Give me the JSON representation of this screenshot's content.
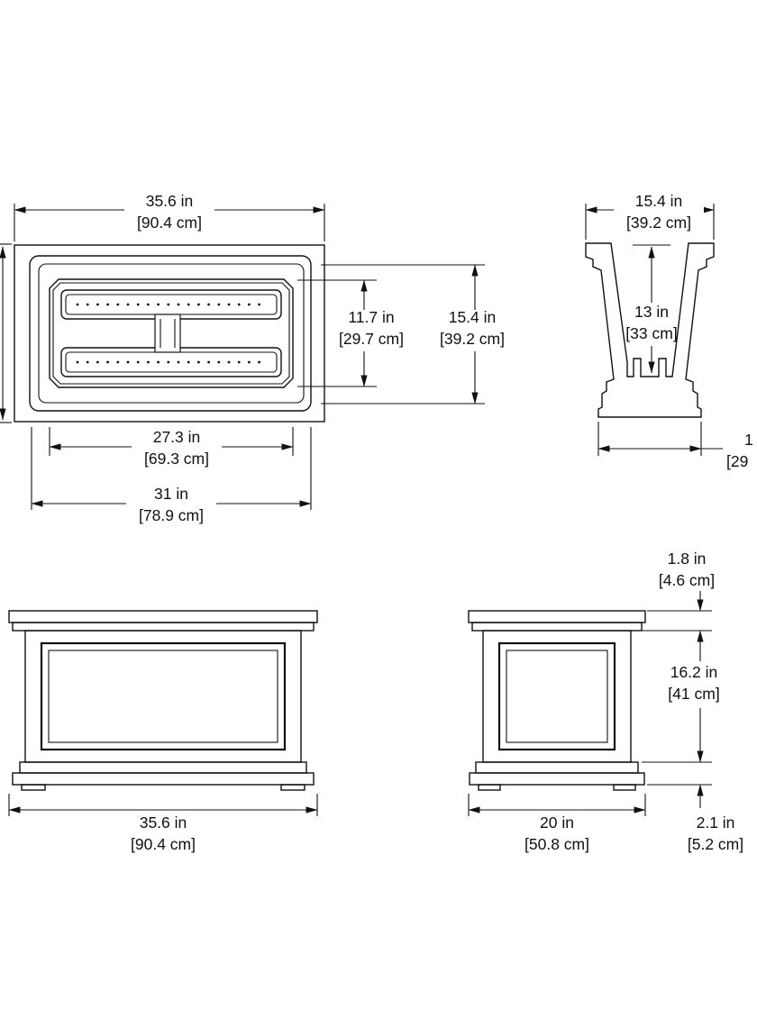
{
  "colors": {
    "background": "#ffffff",
    "line": "#111111"
  },
  "dims": {
    "tv_width": {
      "in": "35.6 in",
      "cm": "[90.4 cm]"
    },
    "tv_inner_depth": {
      "in": "11.7 in",
      "cm": "[29.7 cm]"
    },
    "tv_depth": {
      "in": "15.4 in",
      "cm": "[39.2 cm]"
    },
    "tv_inner_width": {
      "in": "27.3 in",
      "cm": "[69.3 cm]"
    },
    "tv_body_width": {
      "in": "31 in",
      "cm": "[78.9 cm]"
    },
    "sec_width": {
      "in": "15.4 in",
      "cm": "[39.2 cm]"
    },
    "sec_depth": {
      "in": "13 in",
      "cm": "[33 cm]"
    },
    "sec_bottom": {
      "in": "1",
      "cm": "[29"
    },
    "fv_width": {
      "in": "35.6 in",
      "cm": "[90.4 cm]"
    },
    "sv_cap_height": {
      "in": "1.8 in",
      "cm": "[4.6 cm]"
    },
    "sv_body_height": {
      "in": "16.2 in",
      "cm": "[41 cm]"
    },
    "sv_width": {
      "in": "20 in",
      "cm": "[50.8 cm]"
    },
    "sv_base_height": {
      "in": "2.1 in",
      "cm": "[5.2 cm]"
    }
  }
}
